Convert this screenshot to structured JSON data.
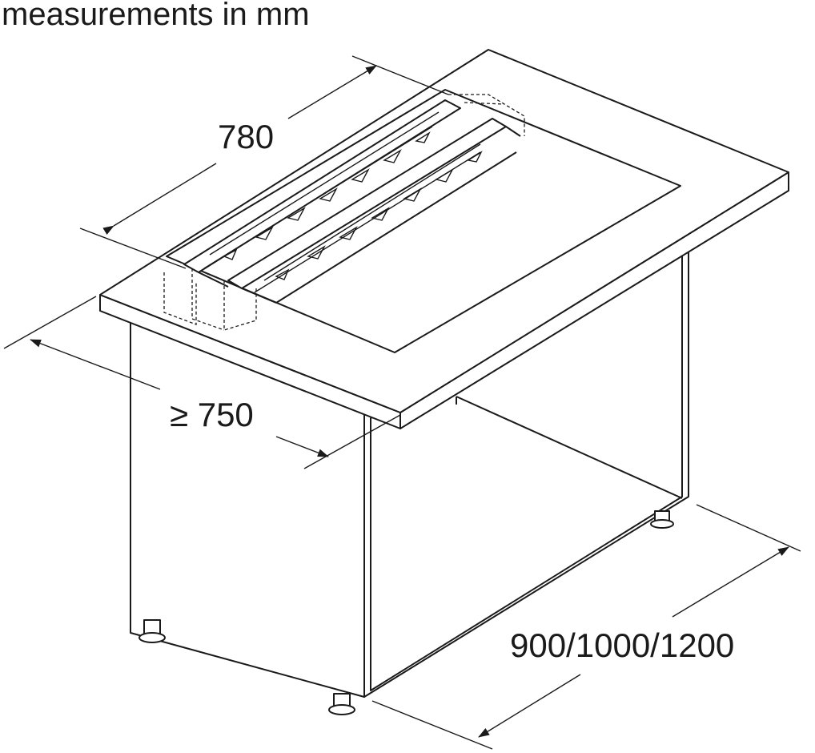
{
  "title": "measurements in mm",
  "dimensions": {
    "depth_unit": "780",
    "counter_depth": "≥ 750",
    "cabinet_width": "900/1000/1200"
  },
  "colors": {
    "line": "#1a1a1a",
    "background": "#ffffff"
  }
}
